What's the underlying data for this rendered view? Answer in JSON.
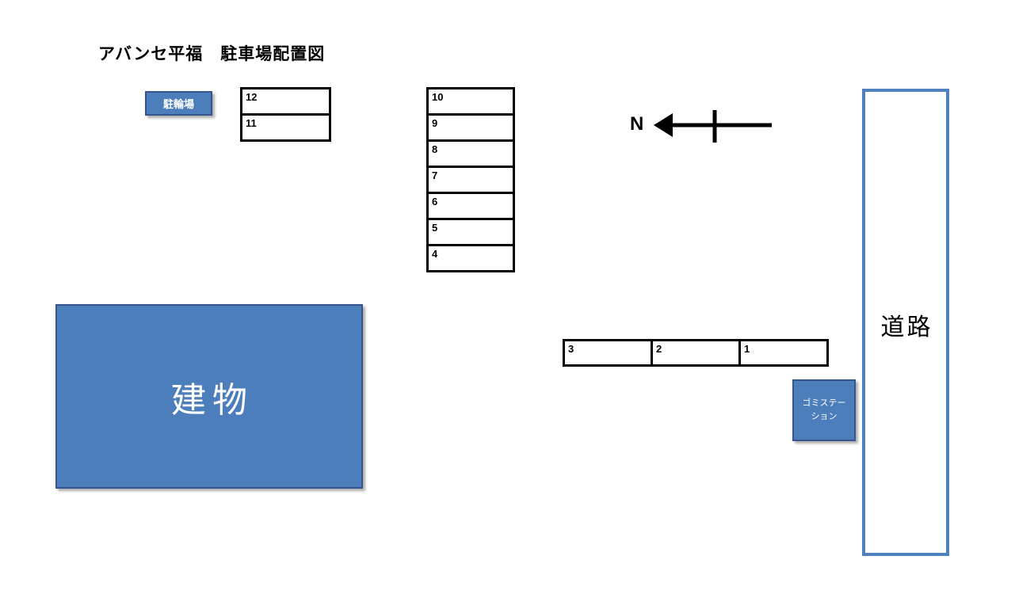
{
  "title": "アバンセ平福　駐車場配置図",
  "legend": {
    "bicycle_parking_label": "駐輪場",
    "building_label": "建物",
    "road_label": "道路",
    "garbage_station_line1": "ゴミステー",
    "garbage_station_line2": "ション",
    "compass_label": "N"
  },
  "parking_spaces": {
    "upper_pair": [
      "12",
      "11"
    ],
    "middle_column": [
      "10",
      "9",
      "8",
      "7",
      "6",
      "5",
      "4"
    ],
    "south_row": [
      "3",
      "2",
      "1"
    ]
  },
  "colors": {
    "block_fill": "#4d7ebc",
    "block_border": "#35558c",
    "road_border": "#4f81bd",
    "outline": "#000000",
    "text_on_blue": "#ffffff",
    "background": "#ffffff"
  }
}
